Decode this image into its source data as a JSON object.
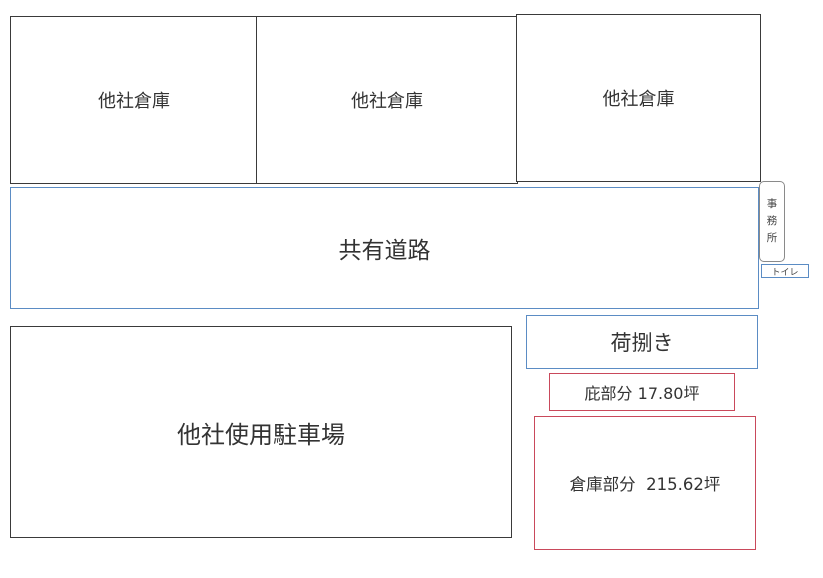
{
  "warehouses": [
    {
      "label": "他社倉庫"
    },
    {
      "label": "他社倉庫"
    },
    {
      "label": "他社倉庫"
    }
  ],
  "shared_road": {
    "label": "共有道路"
  },
  "office": {
    "chars": [
      "事",
      "務",
      "所"
    ]
  },
  "toilet": {
    "label": "トイレ"
  },
  "parking": {
    "label": "他社使用駐車場"
  },
  "unloading": {
    "label": "荷捌き"
  },
  "eaves_area": {
    "label": "庇部分 17.80坪"
  },
  "storage_area": {
    "label": "倉庫部分  215.62坪"
  },
  "colors": {
    "outline_dark": "#3a3a3a",
    "outline_blue": "#5b8cc4",
    "outline_red": "#c9495b",
    "outline_grey": "#8a8a8a"
  }
}
